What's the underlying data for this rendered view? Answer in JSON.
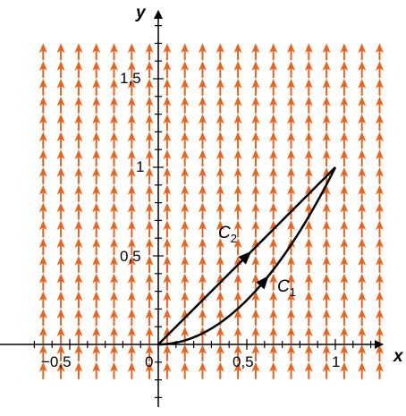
{
  "axes": {
    "x_label": "x",
    "y_label": "y",
    "x_ticks": [
      {
        "value": -0.5,
        "label": "−0,5"
      },
      {
        "value": 0.5,
        "label": "0,5"
      },
      {
        "value": 1,
        "label": "1"
      }
    ],
    "y_ticks": [
      {
        "value": 0.5,
        "label": "0,5"
      },
      {
        "value": 1,
        "label": "1"
      },
      {
        "value": 1.5,
        "label": "1,5"
      }
    ],
    "origin_label": "0"
  },
  "vector_field": {
    "color": "#E8641E",
    "direction": "up",
    "x_range": [
      -0.65,
      1.25
    ],
    "y_range": [
      -0.15,
      1.6
    ],
    "spacing": 0.1
  },
  "curves": [
    {
      "name": "C",
      "subscript": "1",
      "kind": "y = x^2",
      "from": [
        0,
        0
      ],
      "to": [
        1,
        1
      ],
      "arrow_at": 0.6
    },
    {
      "name": "C",
      "subscript": "2",
      "kind": "y = x",
      "from": [
        0,
        0
      ],
      "to": [
        1,
        1
      ],
      "arrow_at": 0.5
    }
  ],
  "colors": {
    "axis": "#000000",
    "curve": "#000000",
    "field": "#E8641E"
  }
}
